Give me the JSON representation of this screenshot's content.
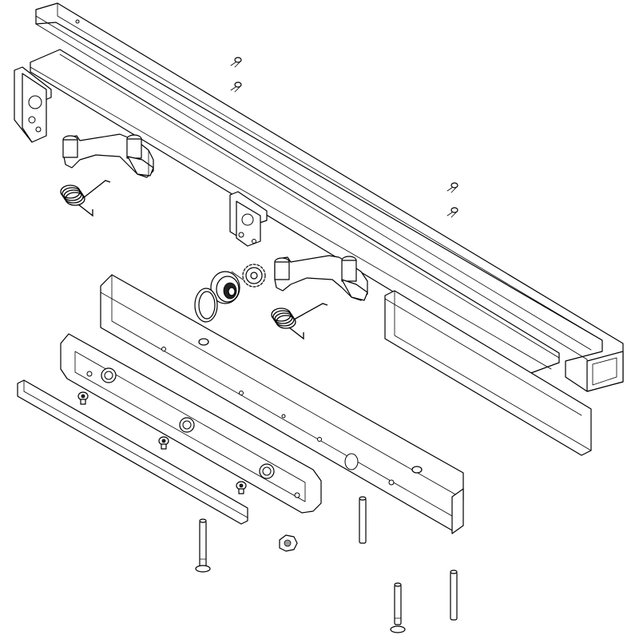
{
  "image": {
    "kind": "exploded-assembly-drawing",
    "background": "#ffffff",
    "line_color": "#000000",
    "labels": []
  },
  "parts": [
    {
      "name": "top-channel-rail"
    },
    {
      "name": "inner-channel-liner"
    },
    {
      "name": "end-mounting-bracket-left"
    },
    {
      "name": "end-mounting-bracket-center"
    },
    {
      "name": "lever-arm-left"
    },
    {
      "name": "lever-arm-right"
    },
    {
      "name": "torsion-spring-left"
    },
    {
      "name": "torsion-spring-right"
    },
    {
      "name": "rail-screws",
      "count": 4
    },
    {
      "name": "gear-sprocket"
    },
    {
      "name": "pulley-wheel"
    },
    {
      "name": "o-ring"
    },
    {
      "name": "front-cover-bar"
    },
    {
      "name": "base-frame"
    },
    {
      "name": "trim-cover-strip"
    },
    {
      "name": "frame-screws",
      "count": 3
    },
    {
      "name": "side-channel-plate"
    },
    {
      "name": "pins-with-e-clip",
      "count": 2
    },
    {
      "name": "plain-pins",
      "count": 2
    },
    {
      "name": "hex-nut"
    }
  ]
}
